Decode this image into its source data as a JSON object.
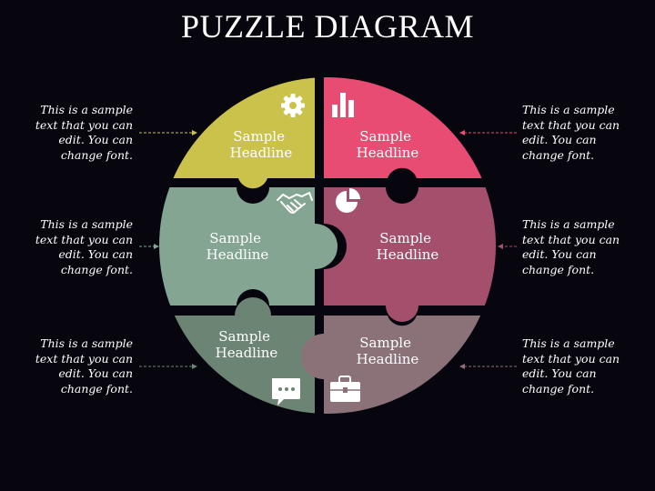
{
  "title": "PUZZLE DIAGRAM",
  "colors": {
    "background": "#07060f",
    "piece_top_left": "#cbc24c",
    "piece_top_right": "#e84c72",
    "piece_mid_left": "#83a591",
    "piece_mid_right": "#a44f6c",
    "piece_bottom_left": "#6c8473",
    "piece_bottom_right": "#8b7279"
  },
  "pieces": [
    {
      "headline": "Sample Headline",
      "line1": "Sample",
      "line2": "Headline",
      "icon": "gear-icon"
    },
    {
      "headline": "Sample Headline",
      "line1": "Sample",
      "line2": "Headline",
      "icon": "bar-chart-icon"
    },
    {
      "headline": "Sample Headline",
      "line1": "Sample",
      "line2": "Headline",
      "icon": "handshake-icon"
    },
    {
      "headline": "Sample Headline",
      "line1": "Sample",
      "line2": "Headline",
      "icon": "pie-chart-icon"
    },
    {
      "headline": "Sample Headline",
      "line1": "Sample",
      "line2": "Headline",
      "icon": "chat-bubble-icon"
    },
    {
      "headline": "Sample Headline",
      "line1": "Sample",
      "line2": "Headline",
      "icon": "briefcase-icon"
    }
  ],
  "side_texts": [
    "This is a sample text that you can edit. You can change font.",
    "This is a sample text that you can edit. You can change font.",
    "This is a sample text that you can edit. You can change font.",
    "This is a sample text that you can edit. You can change font.",
    "This is a sample text that you can edit. You can change font.",
    "This is a sample text that you can edit. You can change font."
  ]
}
